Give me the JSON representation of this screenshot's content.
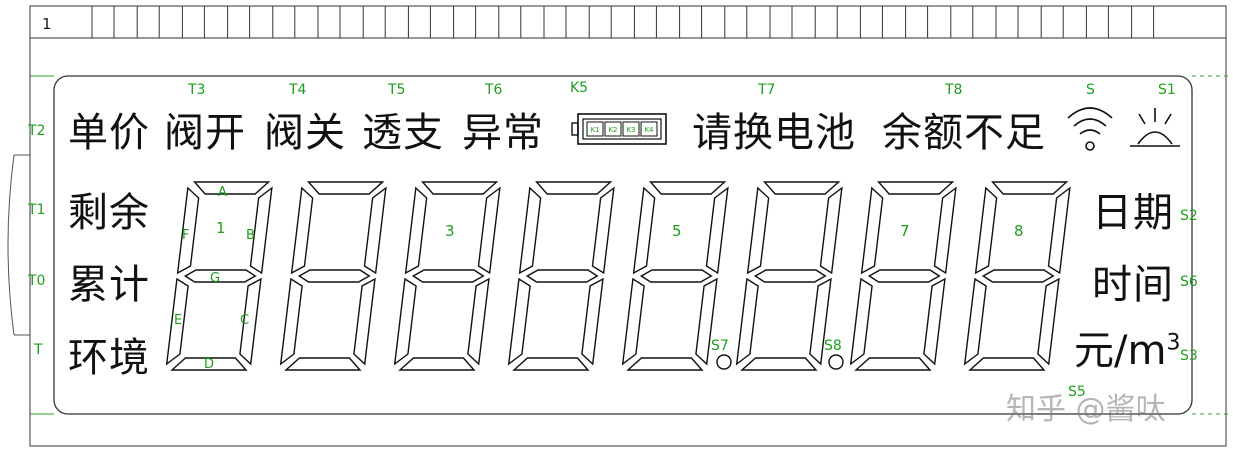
{
  "pin_number": "1",
  "labels_top": [
    {
      "id": "danjia",
      "text": "单价"
    },
    {
      "id": "famenkai",
      "text": "阀开"
    },
    {
      "id": "famenguan",
      "text": "阀关"
    },
    {
      "id": "touzhi",
      "text": "透支"
    },
    {
      "id": "yichang",
      "text": "异常"
    },
    {
      "id": "qinghuandianchi",
      "text": "请换电池"
    },
    {
      "id": "yuebuzu",
      "text": "余额不足"
    }
  ],
  "labels_left": [
    {
      "id": "shengyu",
      "text": "剩余"
    },
    {
      "id": "leiji",
      "text": "累计"
    },
    {
      "id": "huanjing",
      "text": "环境"
    }
  ],
  "labels_right": [
    {
      "id": "riqi",
      "text": "日期"
    },
    {
      "id": "shijian",
      "text": "时间"
    }
  ],
  "unit": {
    "main": "元/m",
    "sup": "3"
  },
  "battery_cells": [
    "K1",
    "K2",
    "K3",
    "K4"
  ],
  "segment_tags": {
    "T3": "T3",
    "T4": "T4",
    "T5": "T5",
    "T6": "T6",
    "K5": "K5",
    "T7": "T7",
    "T8": "T8",
    "S": "S",
    "S1": "S1",
    "T2": "T2",
    "T1": "T1",
    "T0": "T0",
    "T": "T",
    "S2": "S2",
    "S6": "S6",
    "S3": "S3",
    "S5": "S5",
    "S7": "S7",
    "S8": "S8"
  },
  "segment_letters": {
    "A": "A",
    "B": "B",
    "C": "C",
    "D": "D",
    "E": "E",
    "F": "F",
    "G": "G"
  },
  "digit_numbers": [
    "1",
    "3",
    "5",
    "7",
    "8"
  ],
  "watermark": "知乎 @酱呔",
  "colors": {
    "outline": "#1a1a1a",
    "annotation": "#1e9e1e",
    "guide": "#2aa02a"
  }
}
